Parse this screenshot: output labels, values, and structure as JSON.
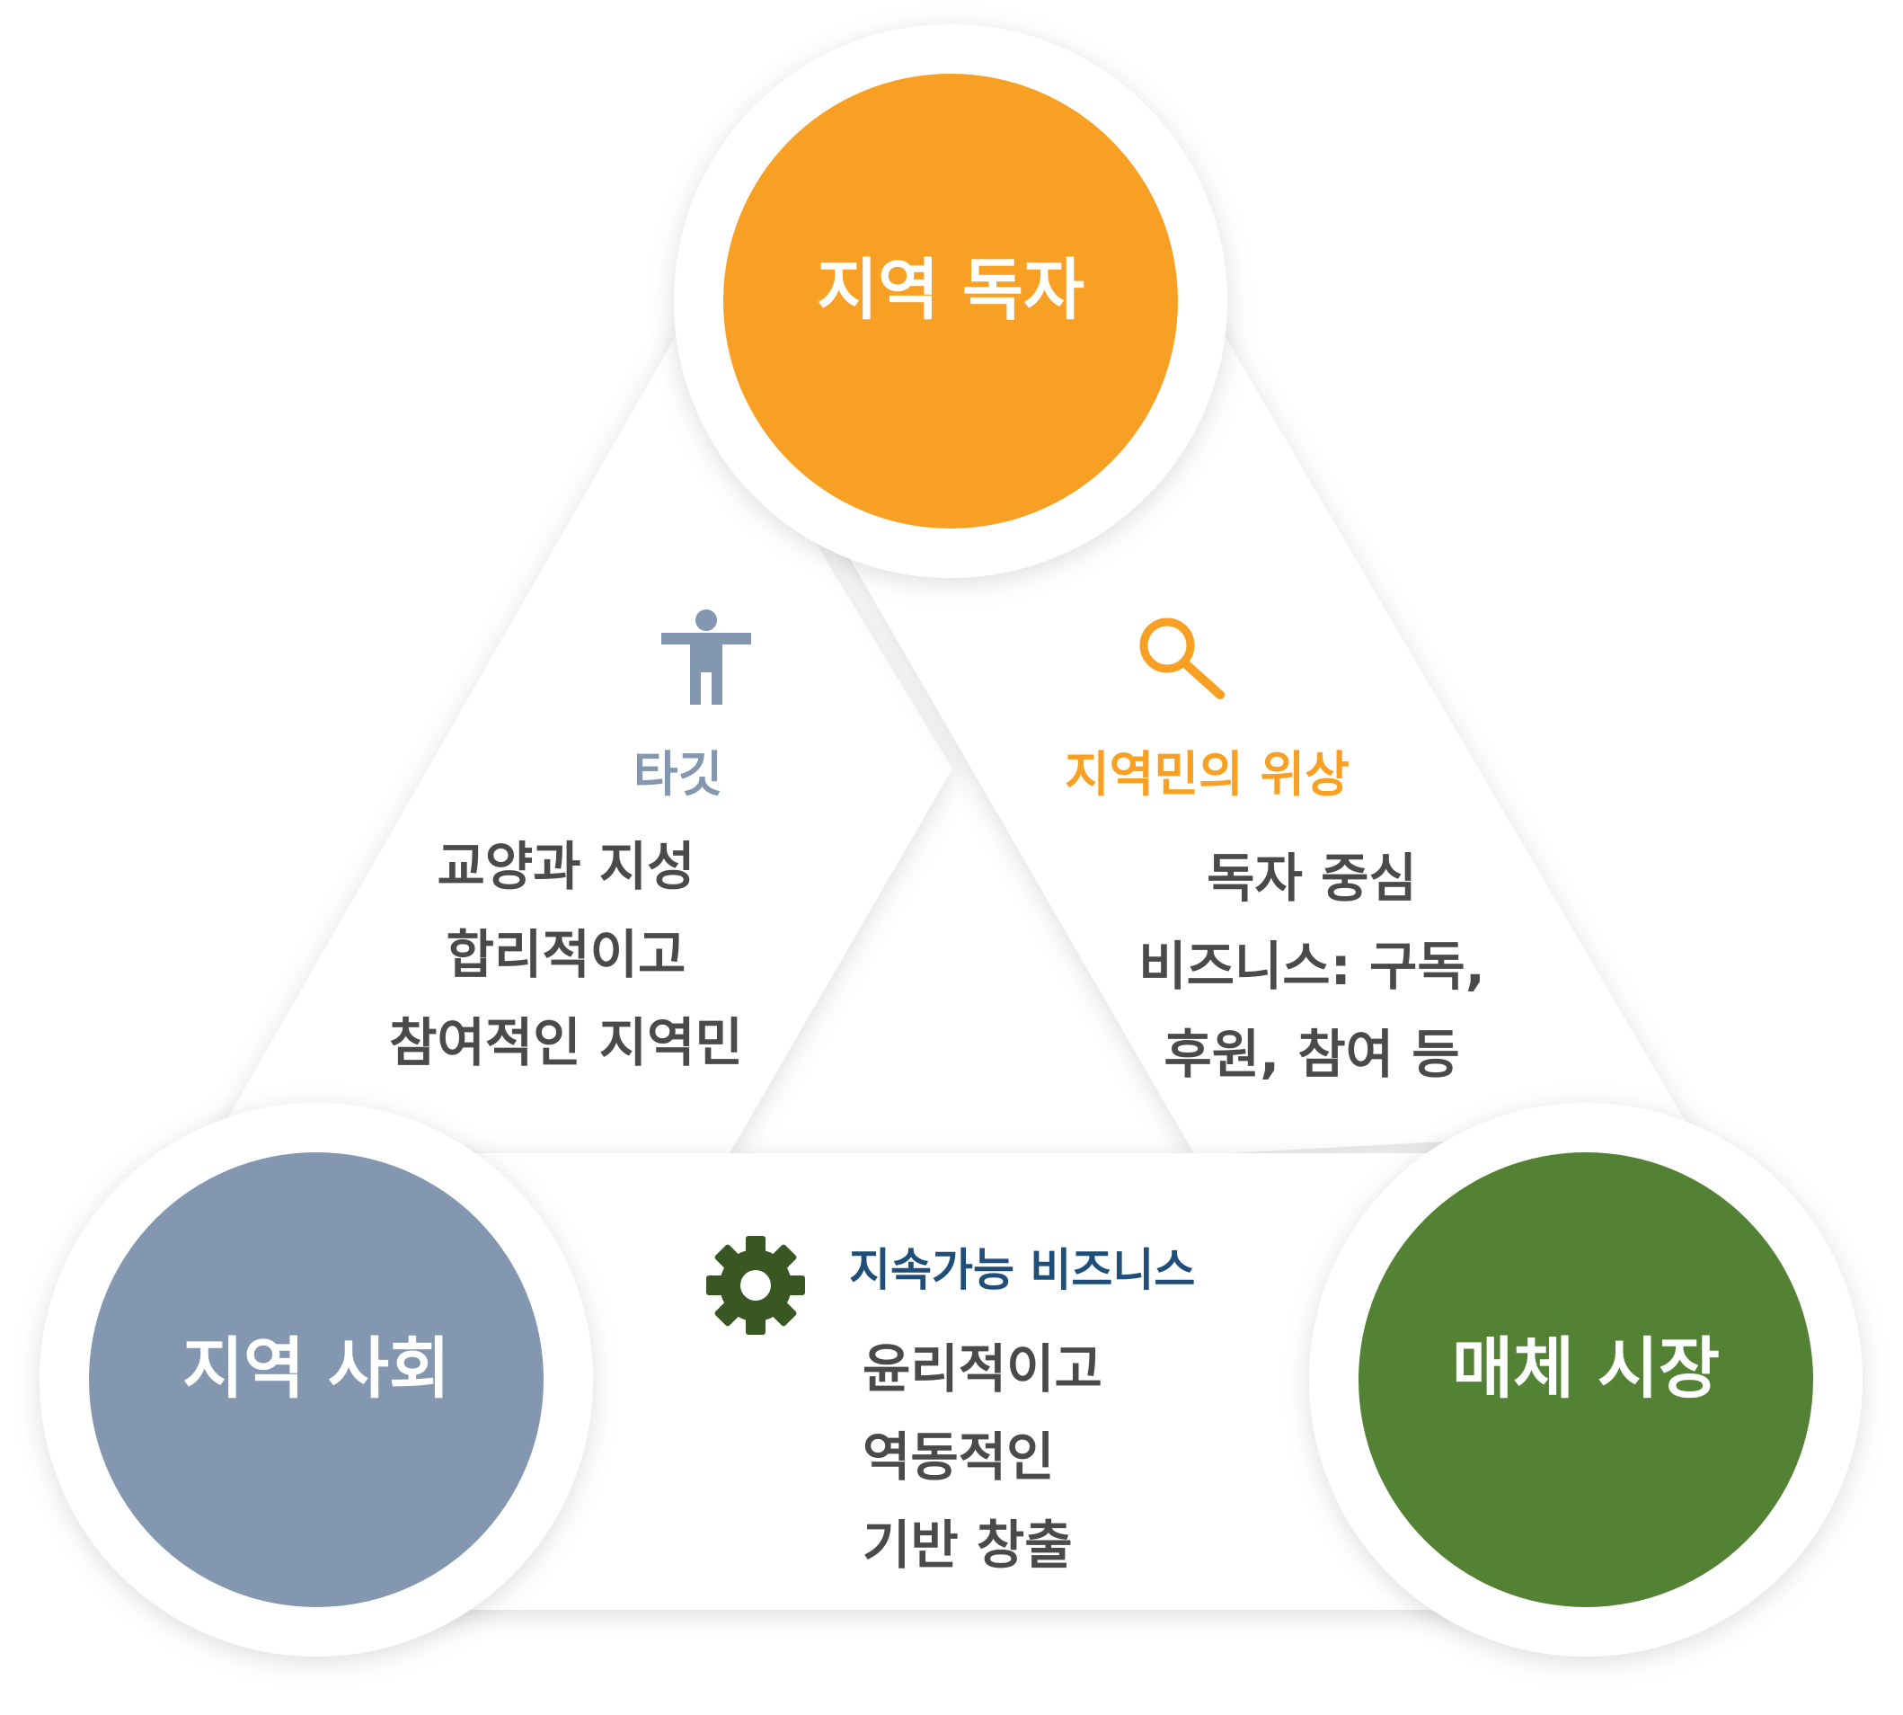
{
  "colors": {
    "orange": "#F7A023",
    "slate": "#8497B0",
    "green": "#548235",
    "navy": "#1F4E79",
    "dark_green": "#385723",
    "text": "#4a4a4a"
  },
  "nodes": {
    "top": {
      "label": "지역 독자",
      "color": "#F7A023"
    },
    "left": {
      "label": "지역 사회",
      "color": "#8497B0"
    },
    "right": {
      "label": "매체 시장",
      "color": "#548235"
    }
  },
  "panels": {
    "target": {
      "icon": "accessibility-person-icon",
      "heading": "타깃",
      "lines": [
        "교양과 지성",
        "합리적이고",
        "참여적인 지역민"
      ]
    },
    "status": {
      "icon": "search-icon",
      "heading": "지역민의 위상",
      "lines": [
        "독자 중심",
        "비즈니스: 구독,",
        "후원, 참여 등"
      ]
    },
    "business": {
      "icon": "gear-icon",
      "heading": "지속가능 비즈니스",
      "lines": [
        "윤리적이고",
        "역동적인",
        "기반 창출"
      ]
    }
  }
}
